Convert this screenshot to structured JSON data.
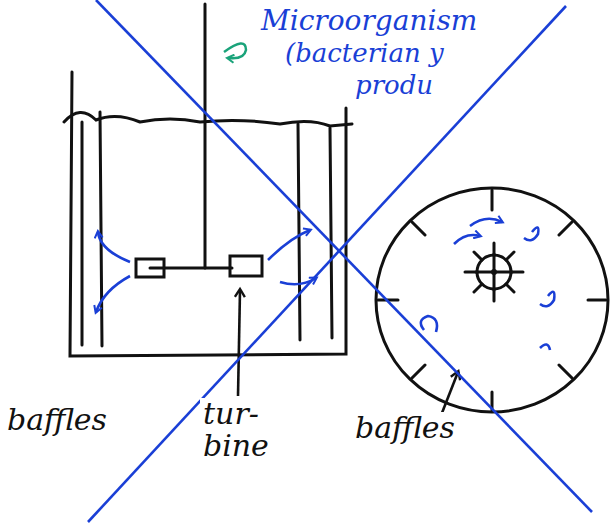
{
  "diagram": {
    "labels": [
      "Microorganism",
      "(bacterian y",
      "produ",
      "baffles",
      "tur- bine",
      "baffles"
    ]
  }
}
